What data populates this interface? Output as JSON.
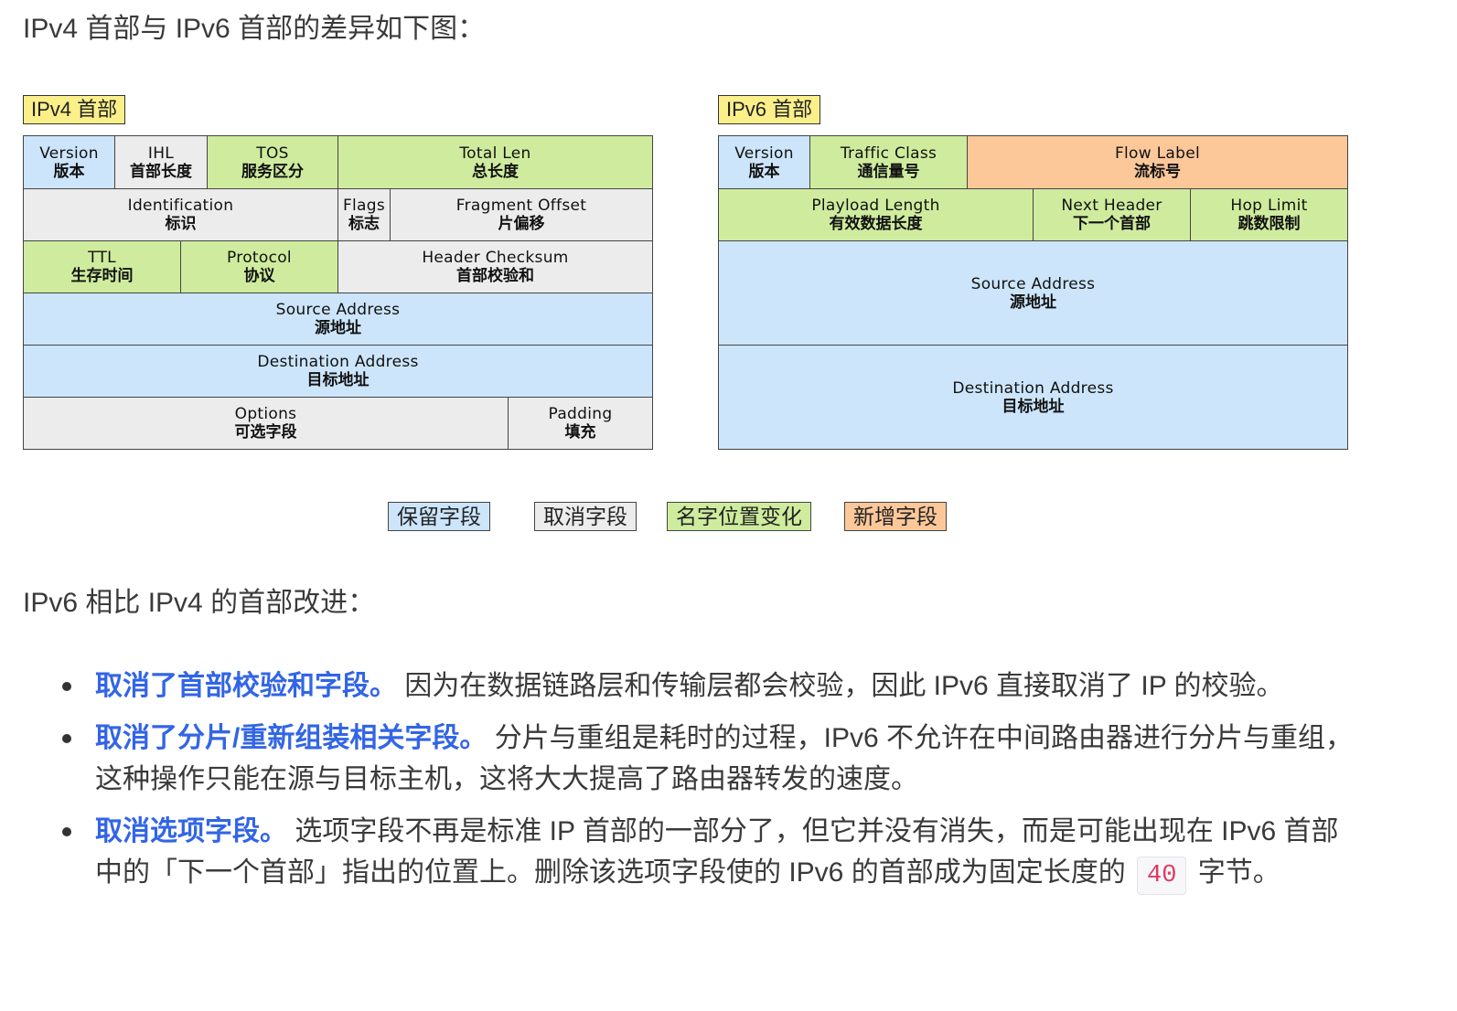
{
  "intro": "IPv4 首部与 IPv6 首部的差异如下图：",
  "ipv4": {
    "title": "IPv4 首部",
    "fields": {
      "version": {
        "en": "Version",
        "zh": "版本"
      },
      "ihl": {
        "en": "IHL",
        "zh": "首部长度"
      },
      "tos": {
        "en": "TOS",
        "zh": "服务区分"
      },
      "total_len": {
        "en": "Total Len",
        "zh": "总长度"
      },
      "identification": {
        "en": "Identification",
        "zh": "标识"
      },
      "flags": {
        "en": "Flags",
        "zh": "标志"
      },
      "fragment_offset": {
        "en": "Fragment Offset",
        "zh": "片偏移"
      },
      "ttl": {
        "en": "TTL",
        "zh": "生存时间"
      },
      "protocol": {
        "en": "Protocol",
        "zh": "协议"
      },
      "header_checksum": {
        "en": "Header Checksum",
        "zh": "首部校验和"
      },
      "source_address": {
        "en": "Source Address",
        "zh": "源地址"
      },
      "destination_address": {
        "en": "Destination Address",
        "zh": "目标地址"
      },
      "options": {
        "en": "Options",
        "zh": "可选字段"
      },
      "padding": {
        "en": "Padding",
        "zh": "填充"
      }
    }
  },
  "ipv6": {
    "title": "IPv6 首部",
    "fields": {
      "version": {
        "en": "Version",
        "zh": "版本"
      },
      "traffic_class": {
        "en": "Traffic Class",
        "zh": "通信量号"
      },
      "flow_label": {
        "en": "Flow Label",
        "zh": "流标号"
      },
      "payload_length": {
        "en": "Playload Length",
        "zh": "有效数据长度"
      },
      "next_header": {
        "en": "Next Header",
        "zh": "下一个首部"
      },
      "hop_limit": {
        "en": "Hop Limit",
        "zh": "跳数限制"
      },
      "source_address": {
        "en": "Source Address",
        "zh": "源地址"
      },
      "destination_address": {
        "en": "Destination Address",
        "zh": "目标地址"
      }
    }
  },
  "legend": {
    "kept": "保留字段",
    "removed": "取消字段",
    "moved": "名字位置变化",
    "added": "新增字段"
  },
  "colors": {
    "kept": "#cce5fb",
    "removed": "#ececec",
    "moved": "#cfec9e",
    "added": "#fcc89a",
    "title_bg": "#fbef8a",
    "emphasis": "#3265e6"
  },
  "subhead": "IPv6 相比 IPv4 的首部改进：",
  "improvements": [
    {
      "title": "取消了首部校验和字段。",
      "text": "因为在数据链路层和传输层都会校验，因此 IPv6 直接取消了 IP 的校验。"
    },
    {
      "title": "取消了分片/重新组装相关字段。",
      "text": "分片与重组是耗时的过程，IPv6 不允许在中间路由器进行分片与重组，这种操作只能在源与目标主机，这将大大提高了路由器转发的速度。"
    },
    {
      "title": "取消选项字段。",
      "text": "选项字段不再是标准 IP 首部的一部分了，但它并没有消失，而是可能出现在 IPv6 首部中的「下一个首部」指出的位置上。删除该选项字段使的 IPv6 的首部成为固定长度的",
      "code": "40",
      "text_after": "字节。"
    }
  ]
}
